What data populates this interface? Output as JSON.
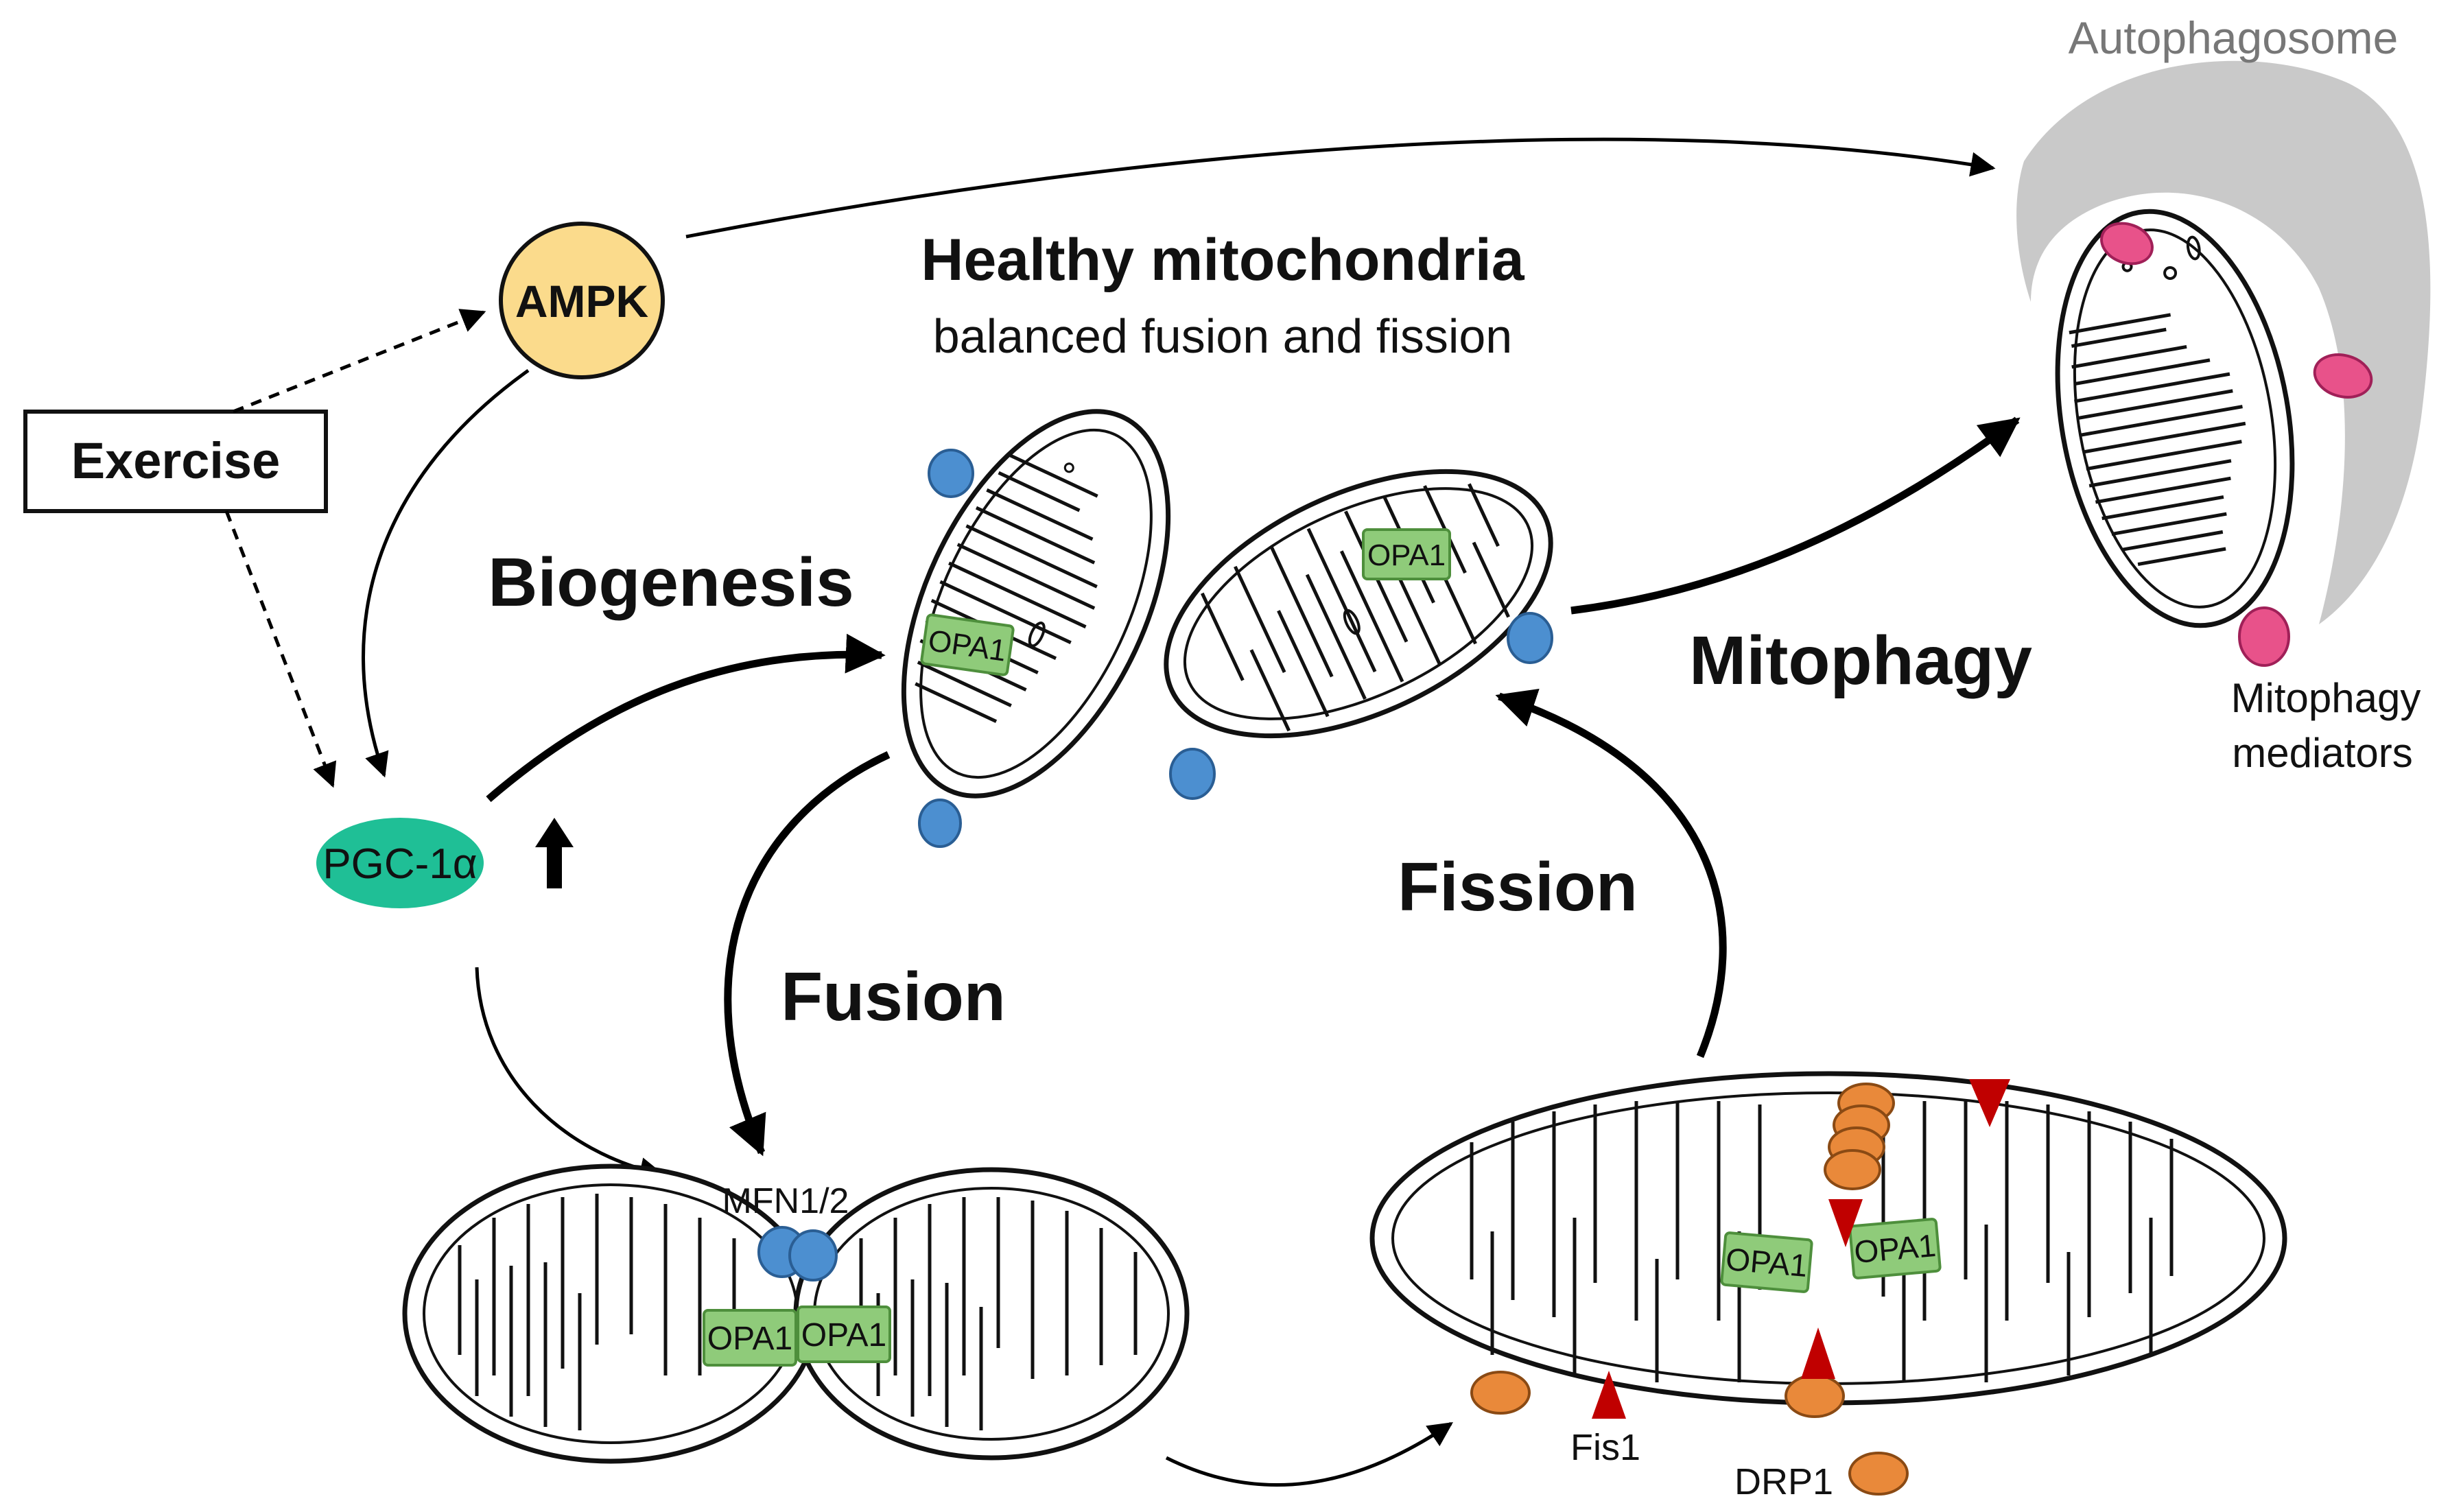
{
  "labels": {
    "autophagosome": "Autophagosome",
    "ampk": "AMPK",
    "healthy_title": "Healthy mitochondria",
    "healthy_subtitle": "balanced fusion and fission",
    "exercise": "Exercise",
    "biogenesis": "Biogenesis",
    "mitophagy": "Mitophagy",
    "mitophagy_mediators_line1": "Mitophagy",
    "mitophagy_mediators_line2": "mediators",
    "pgc1a": "PGC-1α",
    "fission": "Fission",
    "fusion": "Fusion",
    "mfn": "MFN1/2",
    "opa1": "OPA1",
    "fis1": "Fis1",
    "drp1": "DRP1"
  },
  "colors": {
    "ampk_fill": "#FBDB8C",
    "pgc1a_fill": "#1FBF96",
    "opa1_fill": "#8FCB7A",
    "opa1_stroke": "#4E8F3C",
    "mfn_fill": "#4C8FD0",
    "drp1_fill": "#E9893A",
    "fis1_fill": "#C00000",
    "mediator_fill": "#E8528A",
    "autophagosome_fill": "#C9C9C9",
    "arrow": "#000000"
  }
}
